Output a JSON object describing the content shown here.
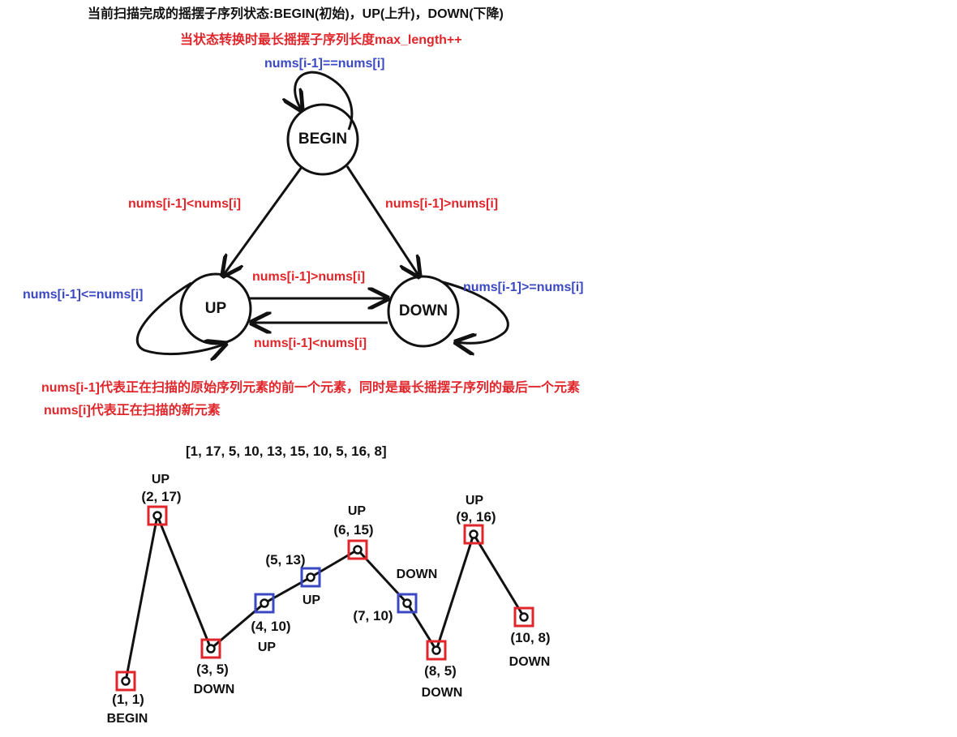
{
  "header": {
    "title": "当前扫描完成的摇摆子序列状态:BEGIN(初始)，UP(上升)，DOWN(下降)",
    "subtitle": "当状态转换时最长摇摆子序列长度max_length++"
  },
  "state_machine": {
    "states": {
      "begin": "BEGIN",
      "up": "UP",
      "down": "DOWN"
    },
    "transitions": {
      "begin_self": "nums[i-1]==nums[i]",
      "begin_to_up": "nums[i-1]<nums[i]",
      "begin_to_down": "nums[i-1]>nums[i]",
      "up_to_down": "nums[i-1]>nums[i]",
      "down_to_up": "nums[i-1]<nums[i]",
      "up_self": "nums[i-1]<=nums[i]",
      "down_self": "nums[i-1]>=nums[i]"
    }
  },
  "notes": {
    "line1": "nums[i-1]代表正在扫描的原始序列元素的前一个元素，同时是最长摇摆子序列的最后一个元素",
    "line2": "nums[i]代表正在扫描的新元素"
  },
  "sequence": {
    "label": "[1, 17, 5, 10, 13, 15, 10, 5, 16, 8]",
    "points": [
      {
        "coord": "(1, 1)",
        "state": "BEGIN",
        "marker": "red"
      },
      {
        "coord": "(2, 17)",
        "state": "UP",
        "marker": "red"
      },
      {
        "coord": "(3, 5)",
        "state": "DOWN",
        "marker": "red"
      },
      {
        "coord": "(4, 10)",
        "state": "UP",
        "marker": "blue"
      },
      {
        "coord": "(5, 13)",
        "state": "UP",
        "marker": "blue"
      },
      {
        "coord": "(6, 15)",
        "state": "UP",
        "marker": "red"
      },
      {
        "coord": "(7, 10)",
        "state": "DOWN",
        "marker": "blue"
      },
      {
        "coord": "(8, 5)",
        "state": "DOWN",
        "marker": "red"
      },
      {
        "coord": "(9, 16)",
        "state": "UP",
        "marker": "red"
      },
      {
        "coord": "(10, 8)",
        "state": "DOWN",
        "marker": "red"
      }
    ]
  },
  "colors": {
    "red": "#e0262b",
    "blue": "#3b48c4",
    "ink": "#111111"
  }
}
